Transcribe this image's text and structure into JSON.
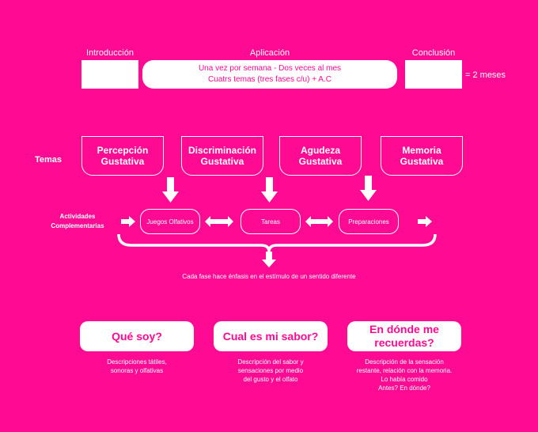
{
  "timeline": {
    "intro_label": "Introducción",
    "app_label": "Aplicación",
    "conclusion_label": "Conclusión",
    "app_line1": "Una vez por semana - Dos veces al mes",
    "app_line2": "Cuatrs temas (tres fases c/u) + A.C",
    "duration": "= 2 meses"
  },
  "themes": {
    "label": "Temas",
    "items": [
      {
        "line1": "Percepción",
        "line2": "Gustativa"
      },
      {
        "line1": "Discriminación",
        "line2": "Gustativa"
      },
      {
        "line1": "Agudeza",
        "line2": "Gustativa"
      },
      {
        "line1": "Memoria",
        "line2": "Gustativa"
      }
    ]
  },
  "activities": {
    "label_line1": "Actividades",
    "label_line2": "Complementarias",
    "items": [
      "Juegos Olfativos",
      "Tareas",
      "Preparaciones"
    ]
  },
  "note": "Cada fase hace énfasis en el estímulo de un sentido diferente",
  "phases": [
    {
      "title_line1": "Qué soy?",
      "title_line2": "",
      "desc": [
        "Descripciones tátiles,",
        "sonoras y olfativas"
      ]
    },
    {
      "title_line1": "Cual es mi sabor?",
      "title_line2": "",
      "desc": [
        "Descripción del sabor y",
        "sensaciones por medio",
        "del gusto y el olfato"
      ]
    },
    {
      "title_line1": "En dónde me",
      "title_line2": "recuerdas?",
      "desc": [
        "Descripción de la sensación",
        "restante, relación con la memoria.",
        "Lo había comido",
        "Antes? En dónde?"
      ]
    }
  ]
}
